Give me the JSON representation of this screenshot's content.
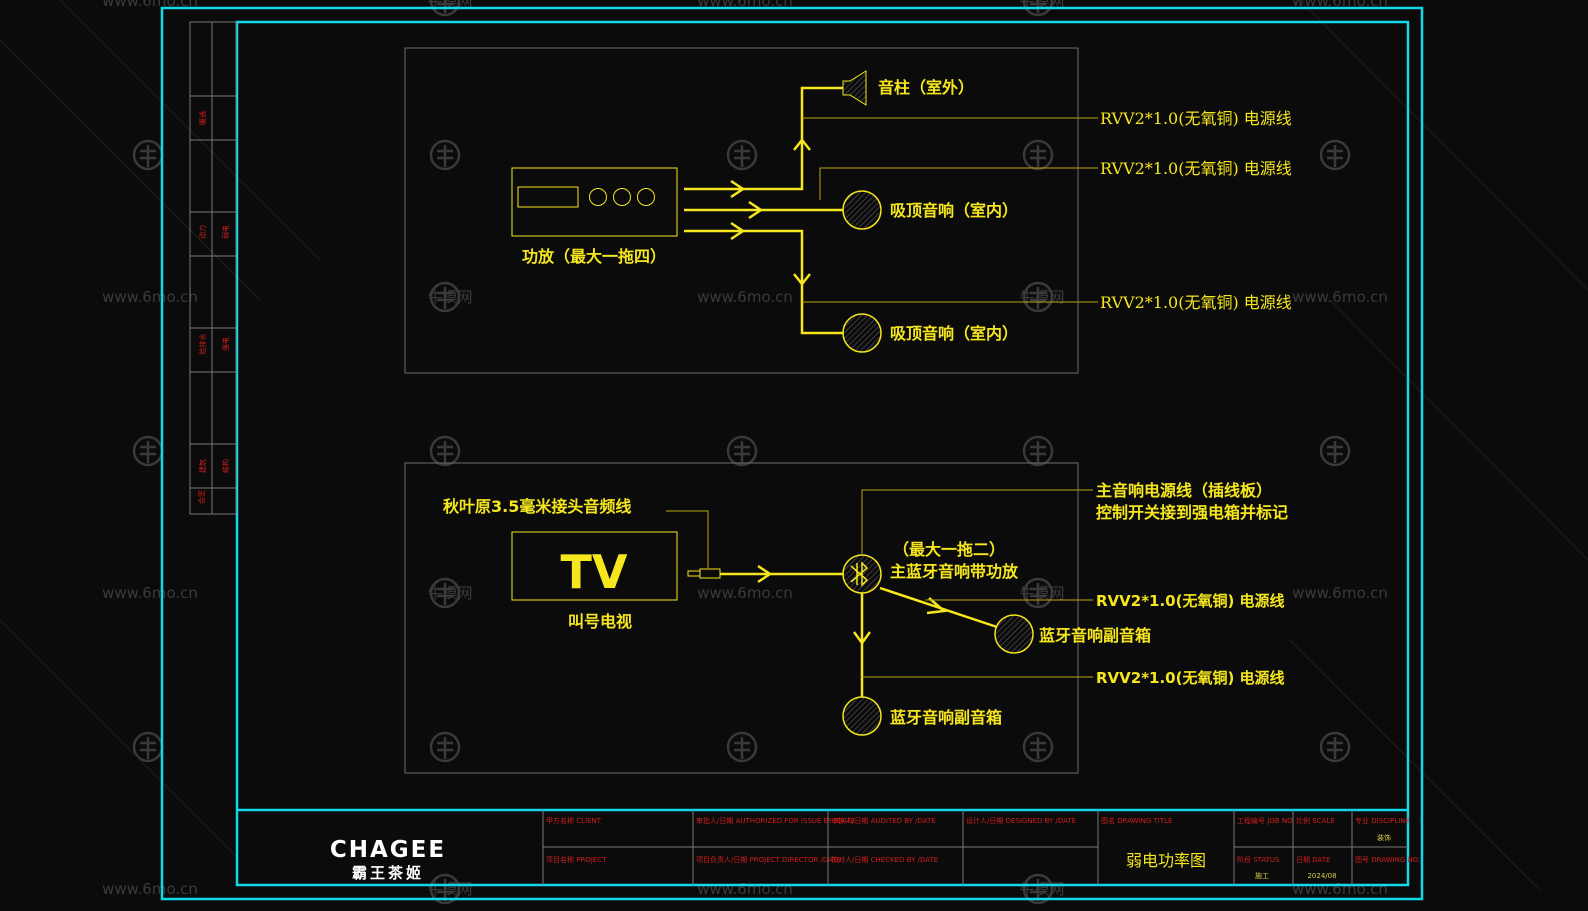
{
  "watermarks": {
    "site": "www.6mo.cn",
    "brand": "牛模网"
  },
  "left_strip": {
    "labels": [
      "暖通",
      "给排水",
      "动力",
      "弱电",
      "建筑",
      "结构",
      "强电",
      "会签"
    ]
  },
  "amp_system": {
    "amplifier_caption": "功放（最大一拖四）",
    "outdoor_speaker_label": "音柱（室外）",
    "ceiling_speaker_1_label": "吸顶音响（室内）",
    "ceiling_speaker_2_label": "吸顶音响（室内）",
    "cable_1": "RVV2*1.0(无氧铜) 电源线",
    "cable_2": "RVV2*1.0(无氧铜) 电源线",
    "cable_3": "RVV2*1.0(无氧铜) 电源线"
  },
  "bluetooth_system": {
    "tv_text": "TV",
    "tv_caption": "叫号电视",
    "audio_cable_label": "秋叶原3.5毫米接头音频线",
    "main_power_line_1": "主音响电源线（插线板）",
    "main_power_line_2": "控制开关接到强电箱并标记",
    "main_speaker_line_1": "（最大一拖二）",
    "main_speaker_line_2": "主蓝牙音响带功放",
    "cable_a": "RVV2*1.0(无氧铜) 电源线",
    "cable_b": "RVV2*1.0(无氧铜) 电源线",
    "sub_speaker_1": "蓝牙音响副音箱",
    "sub_speaker_2": "蓝牙音响副音箱"
  },
  "title_block": {
    "logo_en": "CHAGEE",
    "logo_cn": "霸王茶姬",
    "client_label": "甲方名称  CLIENT",
    "project_label": "项目名称  PROJECT",
    "authorized_label": "审批人/日期  AUTHORIZED FOR ISSUE BY /DATE",
    "project_director_label": "项目负责人/日期  PROJECT DIRECTOR /DATE",
    "audited_label": "审核人/日期  AUDITED BY /DATE",
    "checked_label": "校对人/日期  CHECKED BY /DATE",
    "designed_label": "设计人/日期  DESIGNED BY /DATE",
    "drawing_title_label": "图名  DRAWING TITLE",
    "drawing_title": "弱电功率图",
    "job_label": "工程编号  JOB NO.",
    "status_label": "阶段  STATUS",
    "status_value": "施工",
    "scale_label": "比例  SCALE",
    "date_label": "日期  DATE",
    "date_value": "2024/08",
    "discipline_label": "专业  DISCIPLINE",
    "discipline_value": "装饰",
    "drawing_no_label": "图号  DRAWING NO."
  },
  "colors": {
    "frame": "#12d8e8",
    "line": "#f5e61e",
    "thin_line": "#b9a412",
    "box": "#6e6e6e",
    "tiny_text": "#d21d1d"
  }
}
